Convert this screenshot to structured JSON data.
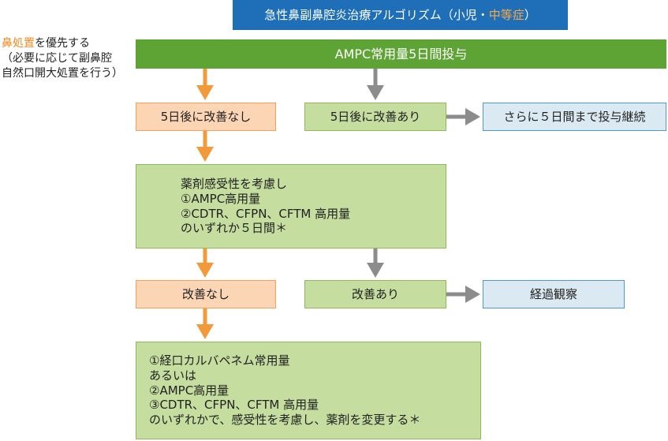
{
  "title": {
    "main": "急性鼻副鼻腔炎治療アルゴリズム（小児・",
    "accent": "中等症",
    "close": "）"
  },
  "note": {
    "accent": "鼻処置",
    "rest": "を優先する",
    "line2": "（必要に応じて副鼻腔",
    "line3": "自然口開大処置を行う）"
  },
  "step1": "AMPC常用量5日間投与",
  "no_improve_1": "5日後に改善なし",
  "improve_1": "5日後に改善あり",
  "continue": "さらに５日間まで投与継続",
  "step2": {
    "line1": "薬剤感受性を考慮し",
    "line2": "①AMPC高用量",
    "line3": "②CDTR、CFPN、CFTM 高用量",
    "line4": "のいずれか５日間＊"
  },
  "no_improve_2": "改善なし",
  "improve_2": "改善あり",
  "observe": "経過観察",
  "step3": {
    "line1": "①経口カルバペネム常用量",
    "line2": "あるいは",
    "line3": "②AMPC高用量",
    "line4": "③CDTR、CFPN、CFTM 高用量",
    "line5": "のいずれかで、感受性を考慮し、薬剤を変更する＊"
  },
  "colors": {
    "title_bg": "#1e6fb8",
    "header_green": "#5ea434",
    "light_green": "#c5dd9f",
    "light_orange": "#fcd6b4",
    "light_blue": "#dbe9f2",
    "arrow_orange": "#f29a3a",
    "arrow_gray": "#8c8c8c"
  }
}
